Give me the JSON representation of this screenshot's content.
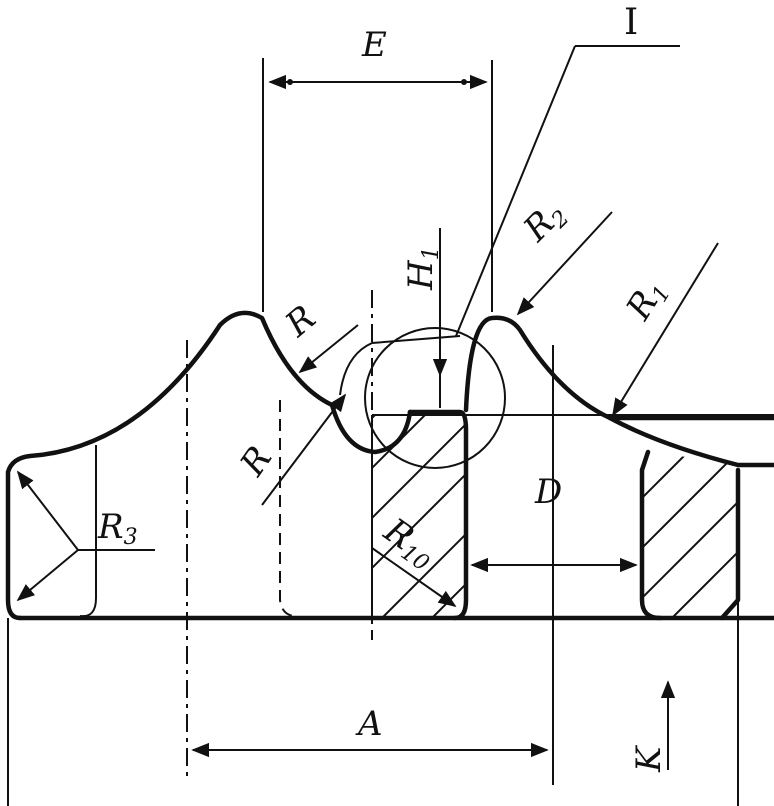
{
  "labels": {
    "E": "E",
    "I": "I",
    "R2": "R",
    "R2_sub": "2",
    "R1": "R",
    "R1_sub": "1",
    "H1": "H",
    "H1_sub": "1",
    "R_upper": "R",
    "R_lower": "R",
    "R3": "R",
    "R3_sub": "3",
    "R10": "R",
    "R10_sub": "10",
    "D": "D",
    "A": "A",
    "K": "K"
  }
}
